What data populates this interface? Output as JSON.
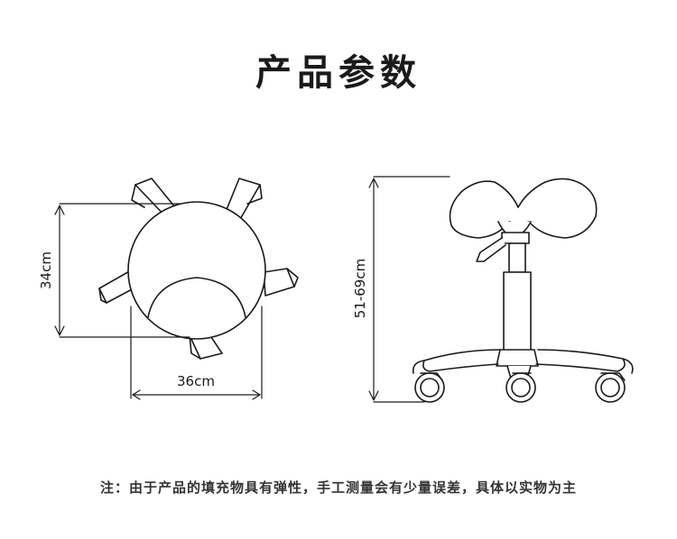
{
  "title": "产品参数",
  "top_view": {
    "height_label": "34cm",
    "width_label": "36cm"
  },
  "side_view": {
    "height_label": "51-69cm"
  },
  "footnote": "注：由于产品的填充物具有弹性，手工测量会有少量误差，具体以实物为主",
  "colors": {
    "line": "#1a1a1a",
    "background": "#ffffff"
  }
}
